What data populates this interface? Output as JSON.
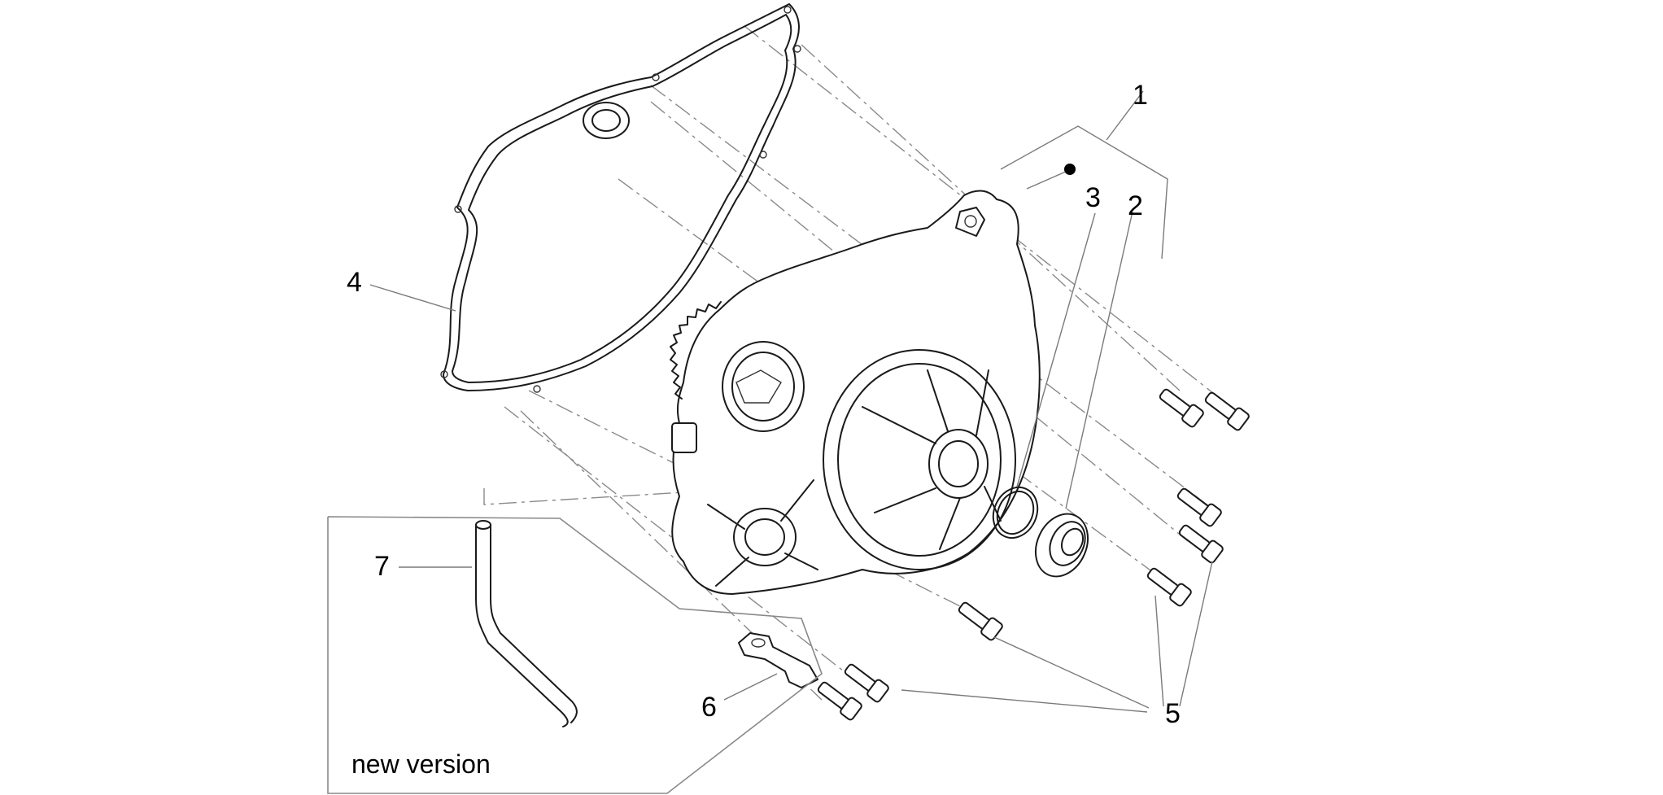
{
  "callouts": {
    "c1": "1",
    "c2": "2",
    "c3": "3",
    "c4": "4",
    "c5": "5",
    "c6": "6",
    "c7": "7"
  },
  "note": "new version",
  "colors": {
    "line": "#1a1a1a",
    "leader": "#7a7a7a",
    "background": "#ffffff"
  }
}
